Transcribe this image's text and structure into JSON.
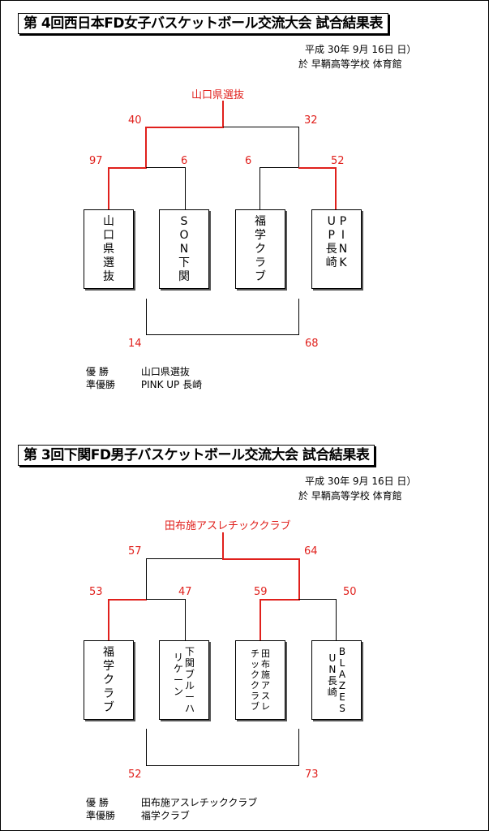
{
  "t1": {
    "title": "第 4回西日本FD女子バスケットボール交流大会  試合結果表",
    "date": "平成 30年 9月 16日  日）",
    "venue": "於    早鞆高等学校  体育館",
    "champion": "山口県選抜",
    "scores": {
      "f_left": "40",
      "f_right": "32",
      "s1_left": "97",
      "s1_right": "6",
      "s2_left": "6",
      "s2_right": "52",
      "t3_left": "14",
      "t3_right": "68"
    },
    "teams": [
      {
        "cols": [
          "山口県選抜"
        ]
      },
      {
        "cols": [
          "SON下関"
        ]
      },
      {
        "cols": [
          "福学クラブ"
        ]
      },
      {
        "cols": [
          "PINK",
          "UP 長崎"
        ]
      }
    ],
    "win_label": "優    勝",
    "win": "山口県選抜",
    "ru_label": "準優勝",
    "ru": "PINK UP 長崎"
  },
  "t2": {
    "title": "第 3回下関FD男子バスケットボール交流大会  試合結果表",
    "date": "平成 30年 9月 16日  日）",
    "venue": "於    早鞆高等学校  体育館",
    "champion": "田布施アスレチッククラブ",
    "scores": {
      "f_left": "57",
      "f_right": "64",
      "s1_left": "53",
      "s1_right": "47",
      "s2_left": "59",
      "s2_right": "50",
      "t3_left": "52",
      "t3_right": "73"
    },
    "teams": [
      {
        "cols": [
          "福学クラブ"
        ]
      },
      {
        "cols": [
          "下関ブルーハ",
          "リケーン"
        ]
      },
      {
        "cols": [
          "田布施アスレ",
          "チッククラブ"
        ]
      },
      {
        "cols": [
          "BLAZES",
          "UN長崎"
        ]
      }
    ],
    "win_label": "優    勝",
    "win": "田布施アスレチッククラブ",
    "ru_label": "準優勝",
    "ru": "福学クラブ"
  }
}
